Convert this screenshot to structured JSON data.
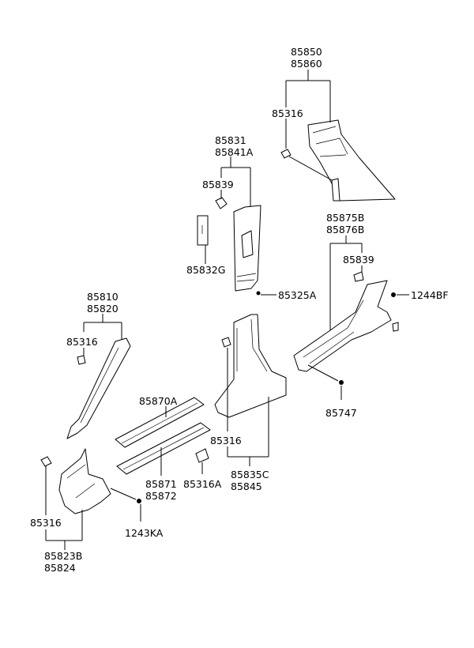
{
  "callouts": {
    "p85850": "85850",
    "p85860": "85860",
    "p85316_top": "85316",
    "p85831": "85831",
    "p85841A": "85841A",
    "p85839_b": "85839",
    "p85832G": "85832G",
    "p85325A": "85325A",
    "p85875B": "85875B",
    "p85876B": "85876B",
    "p85839_c": "85839",
    "p1244BF": "1244BF",
    "p85810": "85810",
    "p85820": "85820",
    "p85316_a": "85316",
    "p85870A": "85870A",
    "p85747": "85747",
    "p85316_mid": "85316",
    "p85871": "85871",
    "p85872": "85872",
    "p85316A": "85316A",
    "p85835C": "85835C",
    "p85845": "85845",
    "p85316_low": "85316",
    "p1243KA": "1243KA",
    "p85823B": "85823B",
    "p85824": "85824"
  }
}
